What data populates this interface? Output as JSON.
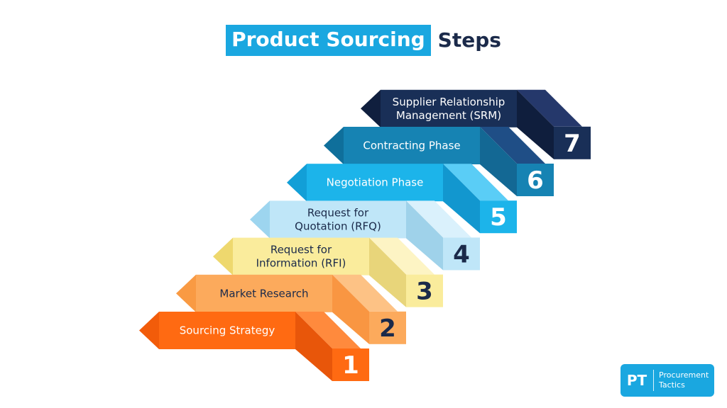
{
  "title": {
    "highlight": "Product Sourcing",
    "rest": "Steps"
  },
  "steps": [
    {
      "number": "1",
      "lines": [
        "Sourcing Strategy"
      ],
      "text_color": "#ffffff",
      "num_color": "#ffffff",
      "colors": {
        "front": "#ff6a12",
        "tip": "#f25c0a",
        "side": "#e8560a",
        "top": "#ff8a3d"
      }
    },
    {
      "number": "2",
      "lines": [
        "Market Research"
      ],
      "text_color": "#1b2a4a",
      "num_color": "#1b2a4a",
      "colors": {
        "front": "#fcaa5c",
        "tip": "#f99a43",
        "side": "#f99642",
        "top": "#fdc285"
      }
    },
    {
      "number": "3",
      "lines": [
        "Request for",
        "Information (RFI)"
      ],
      "text_color": "#1b2a4a",
      "num_color": "#1b2a4a",
      "colors": {
        "front": "#faec9c",
        "tip": "#eed86e",
        "side": "#e8d57a",
        "top": "#fdf4c4"
      }
    },
    {
      "number": "4",
      "lines": [
        "Request for",
        "Quotation (RFQ)"
      ],
      "text_color": "#1b2a4a",
      "num_color": "#1b2a4a",
      "colors": {
        "front": "#bfe6f8",
        "tip": "#9dd5ef",
        "side": "#9fd2ea",
        "top": "#daf1fc"
      }
    },
    {
      "number": "5",
      "lines": [
        "Negotiation Phase"
      ],
      "text_color": "#ffffff",
      "num_color": "#ffffff",
      "colors": {
        "front": "#1cb4ea",
        "tip": "#129fd7",
        "side": "#1297cf",
        "top": "#5acdf6"
      }
    },
    {
      "number": "6",
      "lines": [
        "Contracting Phase"
      ],
      "text_color": "#ffffff",
      "num_color": "#ffffff",
      "colors": {
        "front": "#1683b3",
        "tip": "#0f6f9b",
        "side": "#136894",
        "top": "#1f4e86"
      }
    },
    {
      "number": "7",
      "lines": [
        "Supplier Relationship",
        "Management (SRM)"
      ],
      "text_color": "#ffffff",
      "num_color": "#ffffff",
      "colors": {
        "front": "#192f57",
        "tip": "#101f3e",
        "side": "#0f1e3d",
        "top": "#25386b"
      }
    }
  ],
  "logo": {
    "mark": "PT",
    "line1": "Procurement",
    "line2": "Tactics",
    "color": "#1aa7e0"
  }
}
